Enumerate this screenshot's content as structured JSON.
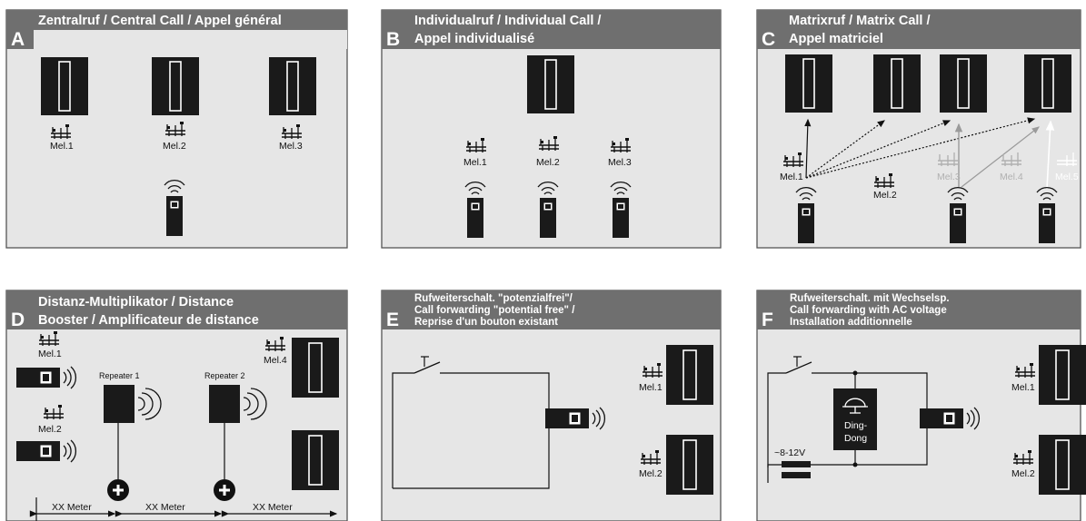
{
  "panels": {
    "A": {
      "letter": "A",
      "title": [
        "Zentralruf / Central Call / Appel général"
      ],
      "labels": {
        "mel1": "Mel.1",
        "mel2": "Mel.2",
        "mel3": "Mel.3"
      }
    },
    "B": {
      "letter": "B",
      "title": [
        "Individualruf / Individual Call /",
        "Appel individualisé"
      ],
      "labels": {
        "mel1": "Mel.1",
        "mel2": "Mel.2",
        "mel3": "Mel.3"
      }
    },
    "C": {
      "letter": "C",
      "title": [
        "Matrixruf / Matrix Call /",
        "Appel matriciel"
      ],
      "labels": {
        "mel1": "Mel.1",
        "mel2": "Mel.2",
        "mel3": "Mel.3",
        "mel4": "Mel.4",
        "mel5": "Mel.5"
      }
    },
    "D": {
      "letter": "D",
      "title": [
        "Distanz-Multiplikator / Distance",
        "Booster / Amplificateur de distance"
      ],
      "labels": {
        "mel1": "Mel.1",
        "mel2": "Mel.2",
        "mel4": "Mel.4",
        "repeater1": "Repeater 1",
        "repeater2": "Repeater 2",
        "distance": "XX Meter"
      }
    },
    "E": {
      "letter": "E",
      "title": [
        "Rufweiterschalt. \"potenzialfrei\"/",
        "Call forwarding \"potential free\" /",
        "Reprise d'un bouton existant"
      ],
      "labels": {
        "mel1": "Mel.1",
        "mel2": "Mel.2"
      }
    },
    "F": {
      "letter": "F",
      "title": [
        "Rufweiterschalt. mit Wechselsp.",
        "Call forwarding with AC voltage",
        "Installation additionnelle"
      ],
      "labels": {
        "mel1": "Mel.1",
        "mel2": "Mel.2",
        "voltage": "~8-12V",
        "dingdong": [
          "Ding-",
          "Dong"
        ]
      }
    }
  },
  "colors": {
    "header": "#6f6f6f",
    "panel": "#e6e6e6",
    "device": "#1a1a1a",
    "faded": "#b0b0b0"
  }
}
